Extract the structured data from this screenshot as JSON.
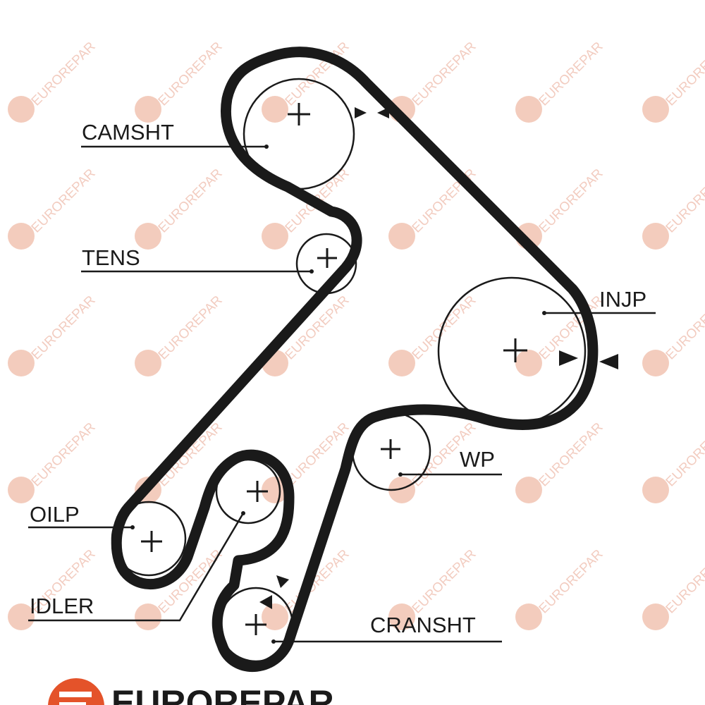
{
  "labels": {
    "camshaft": "CAMSHT",
    "tensioner": "TENS",
    "injection_pump": "INJP",
    "water_pump": "WP",
    "oil_pump": "OILP",
    "idler": "IDLER",
    "crankshaft": "CRANSHT"
  },
  "watermark": {
    "text": "EUROREPAR",
    "color": "#e58e6c"
  },
  "brand": {
    "text": "EUROREPAR",
    "logo_color": "#e4532a"
  },
  "belt_color": "#1a1a1a"
}
